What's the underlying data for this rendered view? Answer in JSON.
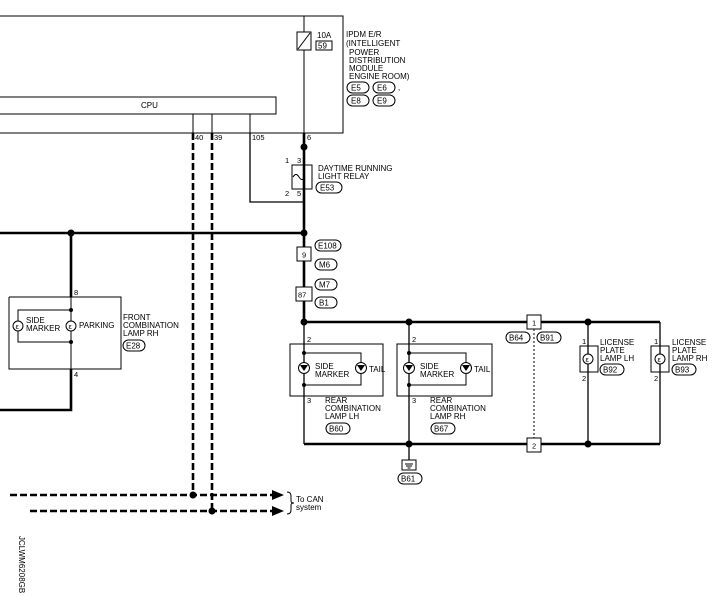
{
  "ipdm": {
    "fuse_amp": "10A",
    "fuse_num": "59",
    "title_lines": [
      "IPDM E/R",
      "(INTELLIGENT",
      "POWER",
      "DISTRIBUTION",
      "MODULE",
      "ENGINE ROOM)"
    ],
    "connectors": [
      "E5",
      "E6",
      "E8",
      "E9"
    ],
    "separator": ",",
    "cpu_label": "CPU",
    "pins": [
      "40",
      "39",
      "105",
      "6"
    ]
  },
  "relay": {
    "name_lines": [
      "DAYTIME RUNNING",
      "LIGHT RELAY"
    ],
    "connector": "E53",
    "pins": [
      "1",
      "2",
      "3",
      "5"
    ]
  },
  "joints": {
    "j1_pin": "9",
    "j1_connectors": [
      "E108",
      "M6"
    ],
    "j2_pin": "87",
    "j2_connectors": [
      "M7",
      "B1"
    ]
  },
  "front_lamp": {
    "name_lines": [
      "FRONT",
      "COMBINATION",
      "LAMP RH"
    ],
    "connector": "E28",
    "side_marker_lines": [
      "SIDE",
      "MARKER"
    ],
    "parking": "PARKING",
    "pins": [
      "8",
      "4"
    ]
  },
  "rear_lamp_lh": {
    "name_lines": [
      "REAR",
      "COMBINATION",
      "LAMP LH"
    ],
    "connector": "B60",
    "side_marker_lines": [
      "SIDE",
      "MARKER"
    ],
    "tail": "TAIL",
    "pins": [
      "2",
      "3"
    ]
  },
  "rear_lamp_rh": {
    "name_lines": [
      "REAR",
      "COMBINATION",
      "LAMP RH"
    ],
    "connector": "B67",
    "side_marker_lines": [
      "SIDE",
      "MARKER"
    ],
    "tail": "TAIL",
    "pins": [
      "2",
      "3"
    ]
  },
  "harness": {
    "top_pin": "1",
    "bottom_pin": "2",
    "connectors": [
      "B64",
      "B91"
    ]
  },
  "license_lh": {
    "name_lines": [
      "LICENSE",
      "PLATE",
      "LAMP LH"
    ],
    "connector": "B92",
    "pins": [
      "1",
      "2"
    ]
  },
  "license_rh": {
    "name_lines": [
      "LICENSE",
      "PLATE",
      "LAMP RH"
    ],
    "connector": "B93",
    "pins": [
      "1",
      "2"
    ]
  },
  "ground": {
    "connector": "B61"
  },
  "can": {
    "label_lines": [
      "To CAN",
      "system"
    ]
  },
  "figure_id": "JCLWM6208GB"
}
